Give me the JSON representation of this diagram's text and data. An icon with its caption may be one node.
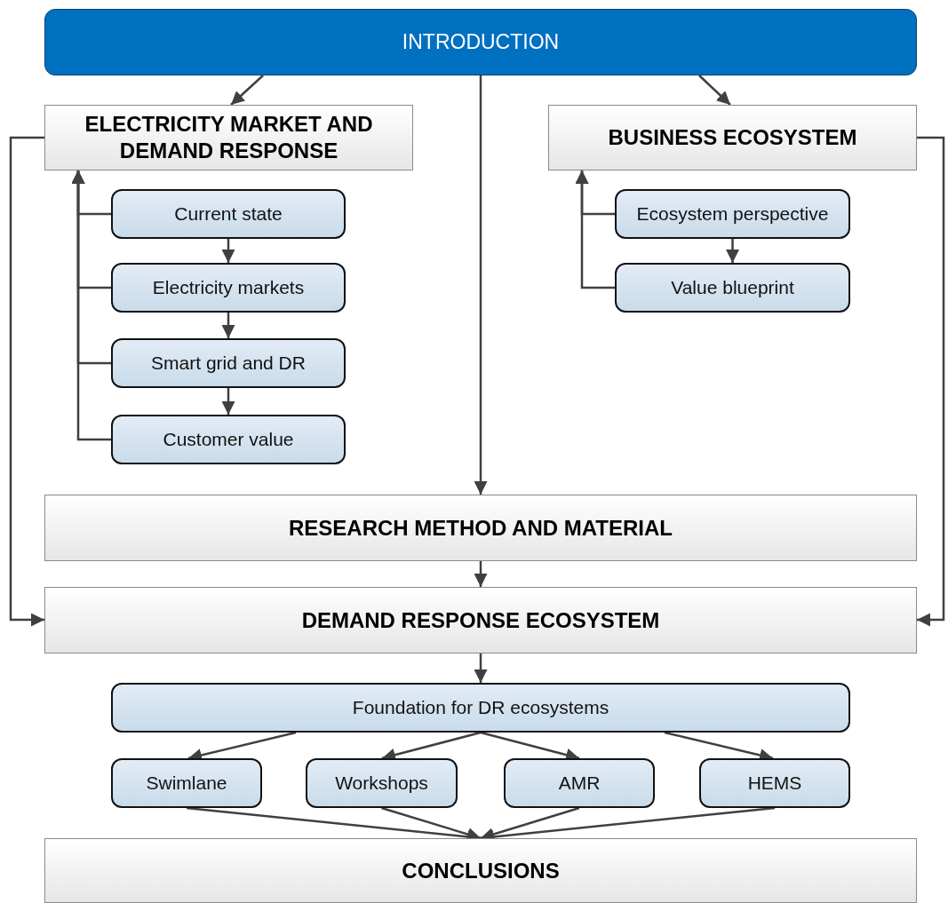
{
  "diagram": {
    "nodes": [
      {
        "text": [
          "INTRODUCTION"
        ]
      },
      {
        "text": [
          "ELECTRICITY MARKET AND DEMAND RESPONSE"
        ]
      },
      {
        "text": [
          "BUSINESS ECOSYSTEM"
        ]
      },
      {
        "text": [
          "Current state"
        ]
      },
      {
        "text": [
          "Electricity markets"
        ]
      },
      {
        "text": [
          "Smart grid and DR"
        ]
      },
      {
        "text": [
          "Customer value"
        ]
      },
      {
        "text": [
          "Ecosystem perspective"
        ]
      },
      {
        "text": [
          "Value blueprint"
        ]
      },
      {
        "text": [
          "RESEARCH METHOD AND MATERIAL"
        ]
      },
      {
        "text": [
          "DEMAND RESPONSE ECOSYSTEM"
        ]
      },
      {
        "text": [
          "Foundation for DR ecosystems"
        ]
      },
      {
        "text": [
          "Swimlane"
        ]
      },
      {
        "text": [
          "Workshops"
        ]
      },
      {
        "text": [
          "AMR"
        ]
      },
      {
        "text": [
          "HEMS"
        ]
      },
      {
        "text": [
          "CONCLUSIONS"
        ]
      }
    ],
    "edges": [
      {
        "from": 0,
        "to": 1,
        "arrow": "to"
      },
      {
        "from": 0,
        "to": 2,
        "arrow": "to"
      },
      {
        "from": 0,
        "to": 9,
        "arrow": "to"
      },
      {
        "from": 1,
        "to": 10,
        "arrow": "to"
      },
      {
        "from": 2,
        "to": 10,
        "arrow": "to"
      },
      {
        "from": 3,
        "to": 4,
        "arrow": "to"
      },
      {
        "from": 4,
        "to": 5,
        "arrow": "to"
      },
      {
        "from": 5,
        "to": 6,
        "arrow": "to"
      },
      {
        "from": 3,
        "to": 1,
        "arrow": "to"
      },
      {
        "from": 4,
        "to": 1,
        "arrow": "to"
      },
      {
        "from": 5,
        "to": 1,
        "arrow": "to"
      },
      {
        "from": 6,
        "to": 1,
        "arrow": "to"
      },
      {
        "from": 7,
        "to": 8,
        "arrow": "to"
      },
      {
        "from": 7,
        "to": 2,
        "arrow": "to"
      },
      {
        "from": 8,
        "to": 2,
        "arrow": "to"
      },
      {
        "from": 9,
        "to": 10,
        "arrow": "to"
      },
      {
        "from": 10,
        "to": 11,
        "arrow": "to"
      },
      {
        "from": 11,
        "to": 12,
        "arrow": "to"
      },
      {
        "from": 11,
        "to": 13,
        "arrow": "to"
      },
      {
        "from": 11,
        "to": 14,
        "arrow": "to"
      },
      {
        "from": 11,
        "to": 15,
        "arrow": "to"
      },
      {
        "from": 12,
        "to": 16,
        "arrow": "to"
      },
      {
        "from": 13,
        "to": 16,
        "arrow": "to"
      },
      {
        "from": 14,
        "to": 16,
        "arrow": "to"
      },
      {
        "from": 15,
        "to": 16,
        "arrow": "to"
      }
    ]
  }
}
